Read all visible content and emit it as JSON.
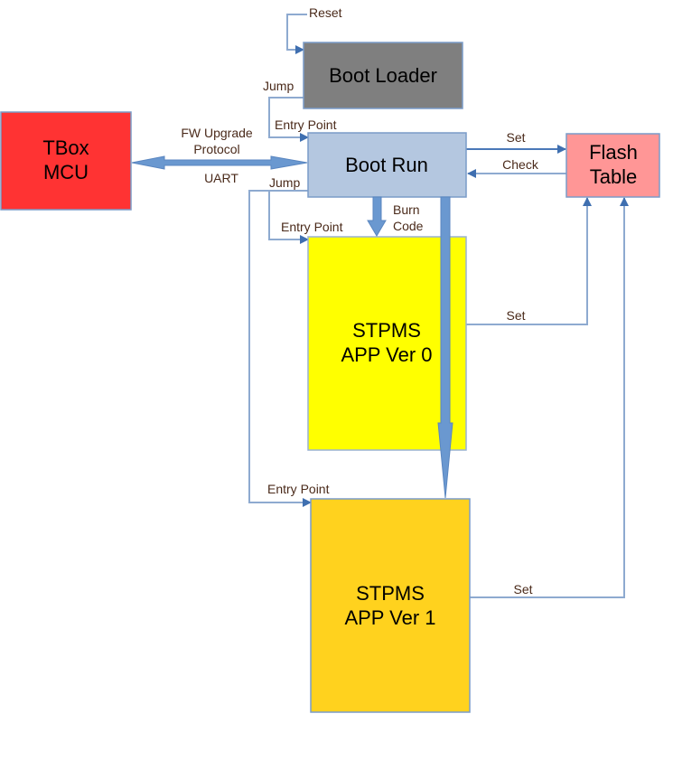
{
  "diagram": {
    "nodes": {
      "boot_loader": {
        "label": "Boot Loader",
        "fill": "#7f7f7f"
      },
      "boot_run": {
        "label": "Boot Run",
        "fill": "#b4c7e0"
      },
      "tbox_mcu": {
        "line1": "TBox",
        "line2": "MCU",
        "fill": "#ff3333"
      },
      "flash_table": {
        "line1": "Flash",
        "line2": "Table",
        "fill": "#ff9696"
      },
      "app_v0": {
        "line1": "STPMS",
        "line2": "APP Ver 0",
        "fill": "#ffff00"
      },
      "app_v1": {
        "line1": "STPMS",
        "line2": "APP Ver 1",
        "fill": "#ffd21e"
      }
    },
    "edges": {
      "reset": "Reset",
      "jump_bootloader": "Jump",
      "entry_point_bootrun": "Entry Point",
      "fw_upgrade_line1": "FW Upgrade",
      "fw_upgrade_line2": "Protocol",
      "uart": "UART",
      "set_flash": "Set",
      "check_flash": "Check",
      "jump_bootrun": "Jump",
      "entry_point_app0": "Entry Point",
      "burn_code_line1": "Burn",
      "burn_code_line2": "Code",
      "set_app0": "Set",
      "entry_point_app1": "Entry Point",
      "set_app1": "Set"
    },
    "colors": {
      "connector": "#8eaad0",
      "arrowhead": "#4a78b8",
      "thick_arrow": "#6a98d0",
      "label_text": "#4a2a1a"
    }
  }
}
